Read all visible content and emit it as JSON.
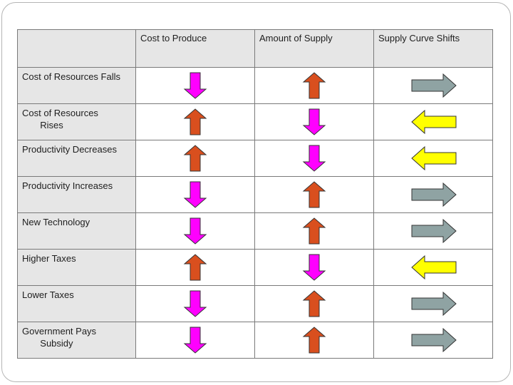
{
  "table": {
    "header": {
      "corner": "",
      "cost_to_produce": "Cost to Produce",
      "amount_of_supply": "Amount of Supply",
      "supply_curve_shifts": "Supply Curve Shifts"
    },
    "rows": [
      {
        "label": "Cost of Resources Falls",
        "cost": "down",
        "supply": "up",
        "shift": "right"
      },
      {
        "label": "Cost of Resources\n       Rises",
        "cost": "up",
        "supply": "down",
        "shift": "left"
      },
      {
        "label": "Productivity Decreases",
        "cost": "up",
        "supply": "down",
        "shift": "left"
      },
      {
        "label": "Productivity Increases",
        "cost": "down",
        "supply": "up",
        "shift": "right"
      },
      {
        "label": "New Technology",
        "cost": "down",
        "supply": "up",
        "shift": "right"
      },
      {
        "label": "Higher Taxes",
        "cost": "up",
        "supply": "down",
        "shift": "left"
      },
      {
        "label": "Lower Taxes",
        "cost": "down",
        "supply": "up",
        "shift": "right"
      },
      {
        "label": "Government Pays\n       Subsidy",
        "cost": "down",
        "supply": "up",
        "shift": "right"
      }
    ]
  },
  "arrow_colors": {
    "up": "#d94f1e",
    "down": "#ff00ff",
    "left": "#ffff00",
    "right": "#8fa3a3"
  }
}
